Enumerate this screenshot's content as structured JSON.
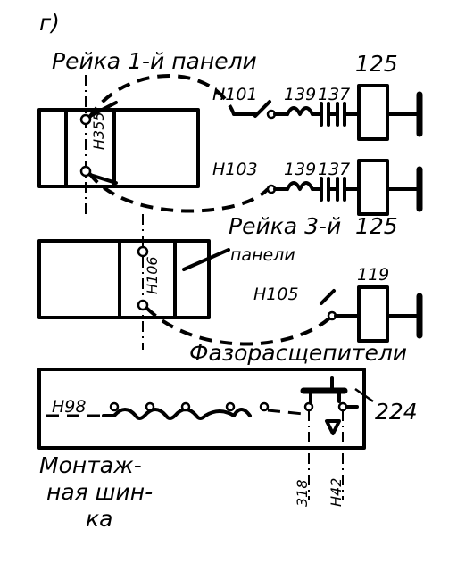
{
  "figure_label": "г)",
  "labels": {
    "rail1_line1": "Рейка 1-й панели",
    "rail3_line1": "Рейка 3-й",
    "rail3_line2": "панели",
    "phase_splitters": "Фазорасщепители",
    "bus_line1": "Монтаж-",
    "bus_line2": "ная шин-",
    "bus_line3": "ка"
  },
  "wires": {
    "h101": "Н101",
    "h103": "Н103",
    "h105": "Н105",
    "h98": "Н98",
    "h106": "Н106",
    "h42": "Н42",
    "w318": "318",
    "h355": "Н355"
  },
  "numbers": {
    "n125_top": "125",
    "n139_a": "139",
    "n137_a": "137",
    "n139_b": "139",
    "n137_b": "137",
    "n125_mid": "125",
    "n119": "119",
    "n224": "224"
  }
}
